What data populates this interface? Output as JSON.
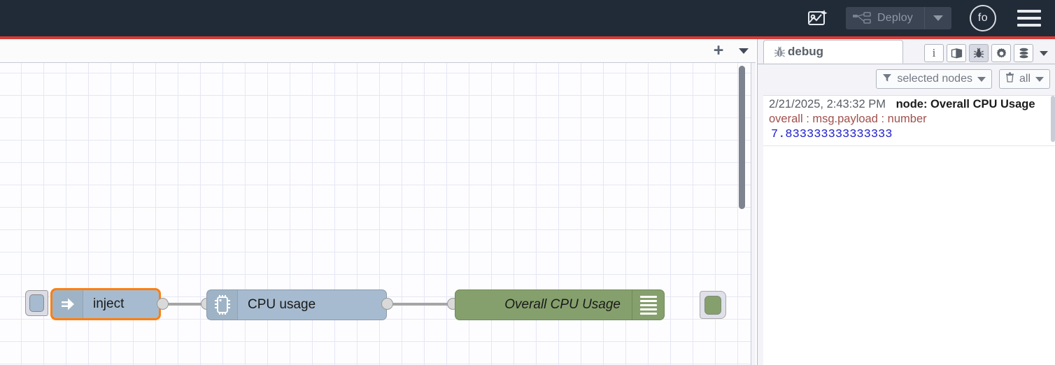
{
  "header": {
    "ai_icon": "ai-flow-generate-icon",
    "deploy": {
      "label": "Deploy",
      "icon": "deploy-nodes-icon",
      "caret": "chevron-down-icon",
      "disabled": true
    },
    "avatar": {
      "initials": "fo",
      "name": "user-avatar"
    },
    "menu_icon": "hamburger-menu-icon",
    "bar_color": "#212b38",
    "accent_line_color": "#d93a36"
  },
  "workspace": {
    "tabbar": {
      "add_label": "+",
      "add_icon": "plus-icon",
      "menu_icon": "chevron-down-icon"
    },
    "canvas": {
      "grid_size": "32",
      "background_color": "#fdfdff",
      "grid_color": "#e6e6f5"
    },
    "nodes": [
      {
        "id": "inject",
        "type": "inject",
        "label": "inject",
        "icon": "inject-arrow-icon",
        "color": "#a6bbcf",
        "selected": true,
        "selection_color": "#ff7f0e",
        "button": "inject-trigger-button"
      },
      {
        "id": "cpu-usage",
        "type": "cpu",
        "label": "CPU usage",
        "icon": "microchip-icon",
        "color": "#a6bbcf",
        "selected": false
      },
      {
        "id": "overall-cpu-usage",
        "type": "debug",
        "label": "Overall CPU Usage",
        "icon": "debug-lines-icon",
        "color": "#86a06d",
        "selected": false,
        "button": "debug-enable-toggle"
      }
    ]
  },
  "sidebar": {
    "tab": {
      "label": "debug",
      "icon": "bug-icon",
      "active": true
    },
    "tools": [
      {
        "name": "info-tab-icon",
        "glyph": "i",
        "active": false
      },
      {
        "name": "help-book-icon",
        "glyph": "book",
        "active": false
      },
      {
        "name": "debug-tab-icon",
        "glyph": "bug",
        "active": true
      },
      {
        "name": "config-gear-icon",
        "glyph": "gear",
        "active": false
      },
      {
        "name": "context-data-icon",
        "glyph": "stack",
        "active": false
      }
    ],
    "tools_caret": "chevron-down-icon",
    "filters": {
      "nodes_filter": {
        "label": "selected nodes",
        "icon": "filter-funnel-icon",
        "caret": "chevron-down-icon"
      },
      "clear_filter": {
        "label": "all",
        "icon": "trash-icon",
        "caret": "chevron-down-icon"
      }
    },
    "messages": [
      {
        "timestamp": "2/21/2025, 2:43:32 PM",
        "node": "node: Overall CPU Usage",
        "topic": "overall : msg.payload : number",
        "value": "7.833333333333333"
      }
    ]
  }
}
